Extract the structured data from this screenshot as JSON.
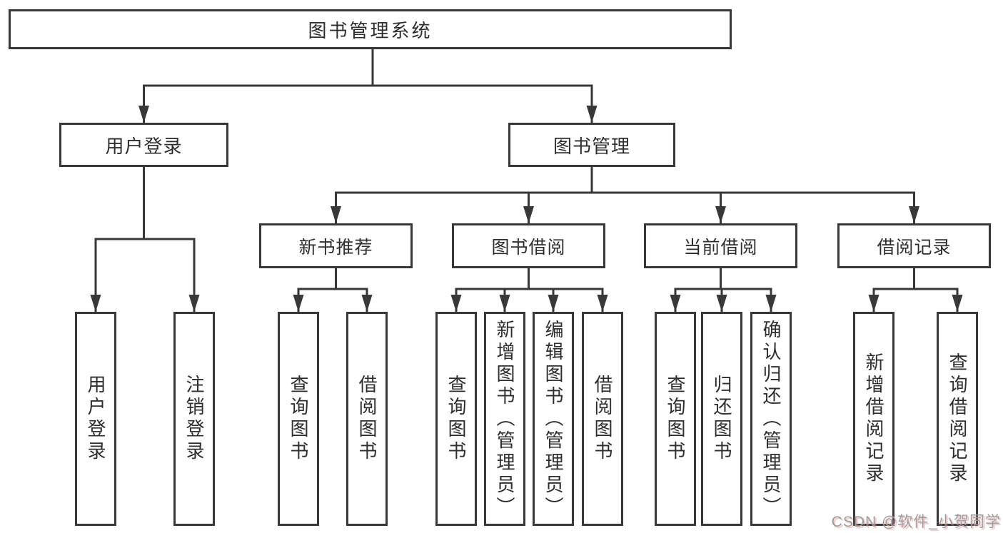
{
  "diagram": {
    "root": {
      "label": "图书管理系统"
    },
    "level2": [
      {
        "id": "user-login",
        "label": "用户登录"
      },
      {
        "id": "book-mgmt",
        "label": "图书管理"
      }
    ],
    "level3": [
      {
        "id": "new-book-rec",
        "parent": "book-mgmt",
        "label": "新书推荐"
      },
      {
        "id": "book-borrow",
        "parent": "book-mgmt",
        "label": "图书借阅"
      },
      {
        "id": "current-borrow",
        "parent": "book-mgmt",
        "label": "当前借阅"
      },
      {
        "id": "borrow-records",
        "parent": "book-mgmt",
        "label": "借阅记录"
      }
    ],
    "level4": [
      {
        "parent": "user-login",
        "label": "用户登录"
      },
      {
        "parent": "user-login",
        "label": "注销登录"
      },
      {
        "parent": "new-book-rec",
        "label": "查询图书"
      },
      {
        "parent": "new-book-rec",
        "label": "借阅图书"
      },
      {
        "parent": "book-borrow",
        "label": "查询图书"
      },
      {
        "parent": "book-borrow",
        "label": "新增图书（管理员）"
      },
      {
        "parent": "book-borrow",
        "label": "编辑图书（管理员）"
      },
      {
        "parent": "book-borrow",
        "label": "借阅图书"
      },
      {
        "parent": "current-borrow",
        "label": "查询图书"
      },
      {
        "parent": "current-borrow",
        "label": "归还图书"
      },
      {
        "parent": "current-borrow",
        "label": "确认归还（管理员）"
      },
      {
        "parent": "borrow-records",
        "label": "新增借阅记录"
      },
      {
        "parent": "borrow-records",
        "label": "查询借阅记录"
      }
    ]
  },
  "watermark": "CSDN @软件_小贺同学",
  "colors": {
    "line": "#383838",
    "text": "#2e2e2e",
    "background": "#ffffff",
    "watermark_gray": "#9e9e9e",
    "watermark_shadow": "#de8282"
  }
}
